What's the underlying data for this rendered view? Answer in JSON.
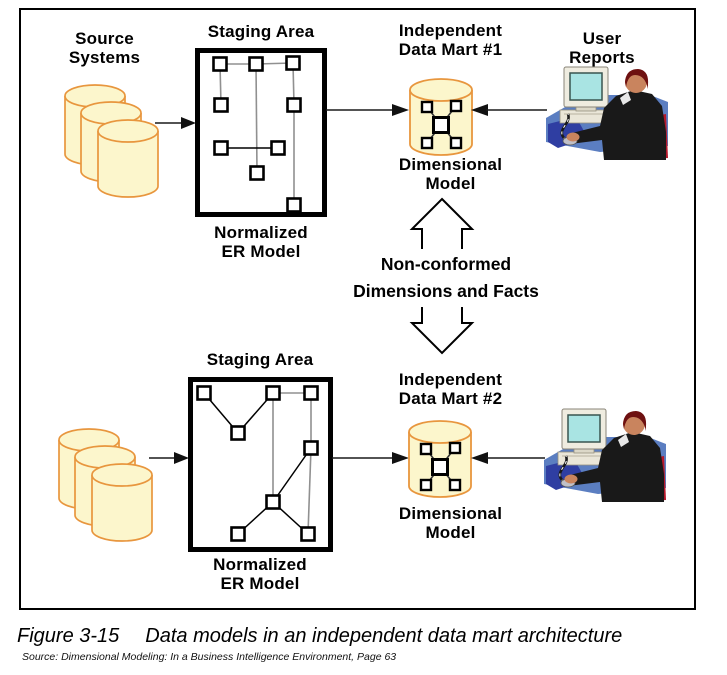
{
  "figure": {
    "caption_number": "Figure 3-15",
    "caption_title": "Data models in an independent data mart architecture",
    "source_note": "Source: Dimensional Modeling: In a Business Intelligence Environment, Page 63"
  },
  "top_row": {
    "source_systems_label": "Source\nSystems",
    "staging_area_label": "Staging Area",
    "normalized_label": "Normalized\nER Model",
    "data_mart_label": "Independent\nData Mart #1",
    "dimensional_label": "Dimensional\nModel",
    "user_reports_label": "User\nReports"
  },
  "connector": {
    "label": "Non-conformed\nDimensions and Facts"
  },
  "bottom_row": {
    "staging_area_label": "Staging Area",
    "normalized_label": "Normalized\nER Model",
    "data_mart_label": "Independent\nData Mart #2",
    "dimensional_label": "Dimensional\nModel"
  },
  "icons": {
    "source_databases": "three-stacked-database-cylinders",
    "er_model": "normalized-er-model-node-graph",
    "data_mart": "database-cylinder-with-star-schema",
    "user_workstation": "person-at-computer-clipart",
    "double_arrow": "vertical-double-headed-outline-arrow",
    "flow_arrow": "solid-black-arrowhead-line"
  },
  "colors": {
    "cylinder_fill": "#FCF6CC",
    "cylinder_stroke": "#E8963E",
    "desk_blue": "#5B7EC1",
    "mousepad_blue": "#2F3EA2",
    "screen_teal": "#A9E4E3",
    "chair_red": "#B5182B",
    "hair_maroon": "#6E1111",
    "er_line_gray": "#909090",
    "outline_black": "#000000"
  }
}
